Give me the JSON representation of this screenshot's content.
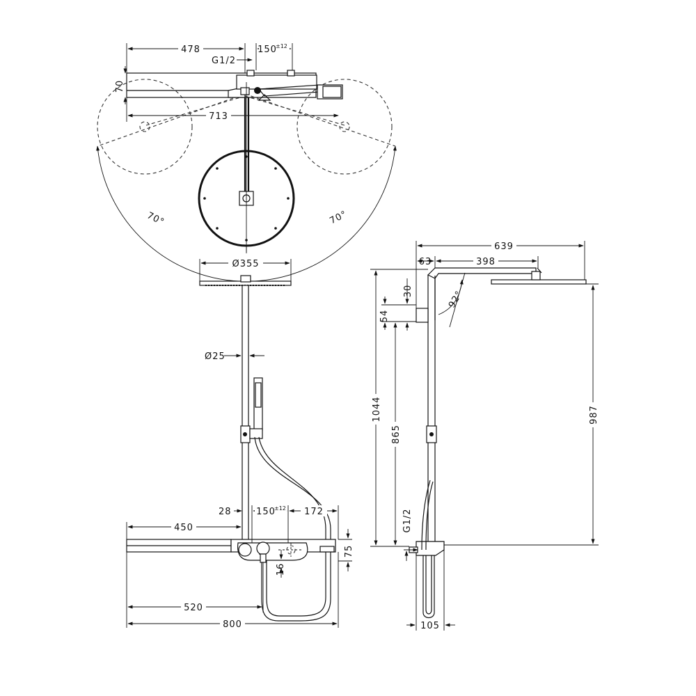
{
  "dimensions": {
    "d478": "478",
    "d150_top": "150",
    "tol_top": "±12",
    "g12_top": "G1/2",
    "d70_top": "70",
    "d713": "713",
    "angle_left": "70°",
    "angle_right": "70°",
    "d355": "Ø355",
    "d25": "Ø25",
    "d28": "28",
    "d150_front": "150",
    "tol_front": "±12",
    "d172": "172",
    "d450": "450",
    "d75": "75",
    "d16": "16",
    "d520": "520",
    "d800": "800",
    "d639": "639",
    "d63": "63",
    "d398": "398",
    "d30": "30",
    "d54": "54",
    "angle_92": "92°",
    "d1044": "1044",
    "d865": "865",
    "d987": "987",
    "g12_side": "G1/2",
    "d105": "105"
  }
}
